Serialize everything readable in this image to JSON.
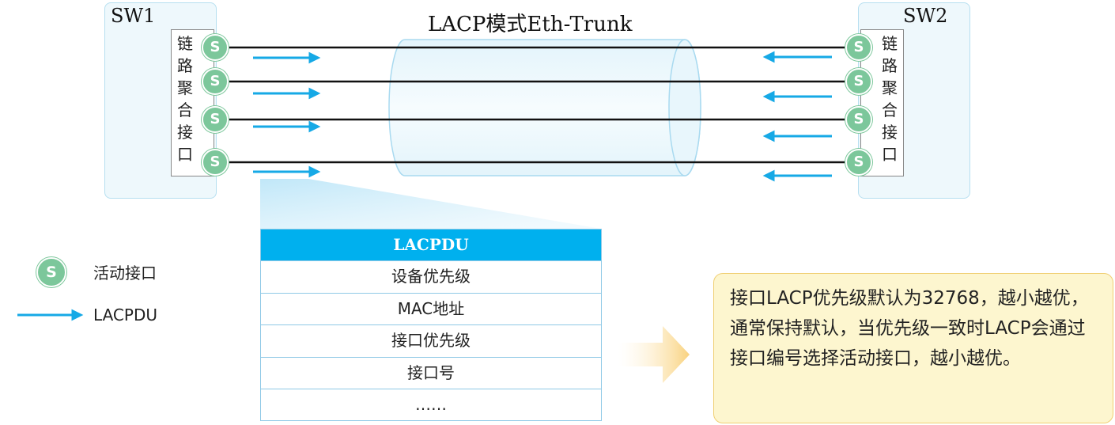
{
  "diagram": {
    "trunk_title": "LACP模式Eth-Trunk",
    "switches": [
      {
        "name": "SW1",
        "agg_label": "链路聚合接口"
      },
      {
        "name": "SW2",
        "agg_label": "链路聚合接口"
      }
    ],
    "port_symbol": "S",
    "link_count": 4
  },
  "lacpdu_table": {
    "header": "LACPDU",
    "fields": [
      "设备优先级",
      "MAC地址",
      "接口优先级",
      "接口号",
      "……"
    ]
  },
  "legend": {
    "port_symbol": "S",
    "active_interface": "活动接口",
    "lacpdu": "LACPDU"
  },
  "note": {
    "text": "接口LACP优先级默认为32768，越小越优，通常保持默认，当优先级一致时LACP会通过接口编号选择活动接口，越小越优。"
  },
  "colors": {
    "port_green": "#7cc79b",
    "arrow_blue": "#16a9e6",
    "table_header": "#00b0ee",
    "note_bg": "#fdf6cf",
    "note_border": "#f0cf73",
    "switch_bg": "#eef8fc"
  }
}
